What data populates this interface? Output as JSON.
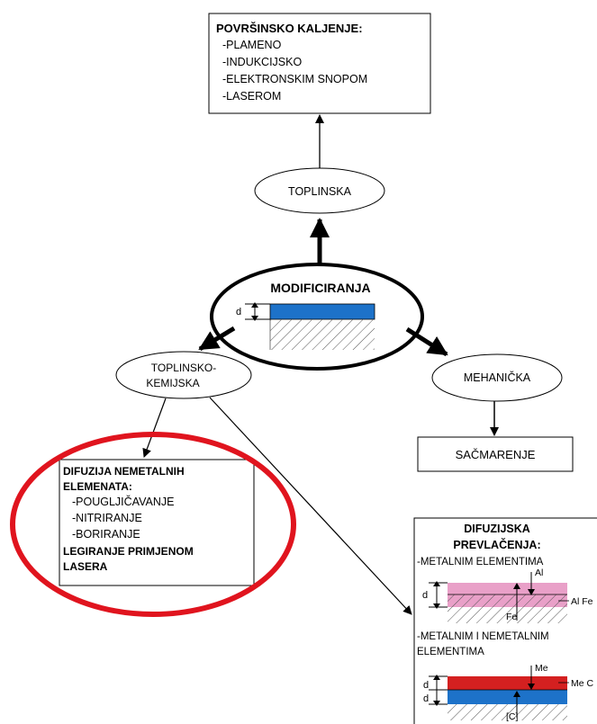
{
  "top_box": {
    "title": "POVRŠINSKO KALJENJE:",
    "items": [
      "-PLAMENO",
      "-INDUKCIJSKO",
      "-ELEKTRONSKIM SNOPOM",
      "-LASEROM"
    ]
  },
  "toplinska": "TOPLINSKA",
  "center": {
    "title": "MODIFICIRANJA",
    "d": "d"
  },
  "toplinsko_kemijska": {
    "line1": "TOPLINSKO-",
    "line2": "KEMIJSKA"
  },
  "mehanicka": "MEHANIČKA",
  "sacmarenje": "SAČMARENJE",
  "left_box": {
    "title1": "DIFUZIJA NEMETALNIH",
    "title2": "ELEMENATA:",
    "items": [
      "-POUGLJIČAVANJE",
      "-NITRIRANJE",
      "-BORIRANJE"
    ],
    "legir1": "LEGIRANJE PRIMJENOM",
    "legir2": "LASERA"
  },
  "right_box": {
    "title1": "DIFUZIJSKA",
    "title2": "PREVLAČENJA:",
    "sub1": "-METALNIM ELEMENTIMA",
    "al": "Al",
    "d1": "d",
    "alfe": "Al Fe",
    "fe": "Fe",
    "sub2a": "-METALNIM I NEMETALNIM",
    "sub2b": "ELEMENTIMA",
    "me": "Me",
    "d2a": "d",
    "d2b": "d",
    "mec": "Me C",
    "c": "[C]"
  },
  "colors": {
    "blue": "#1d72c9",
    "pink": "#e9a0c8",
    "red": "#d42020",
    "highlight": "#e0141e"
  }
}
